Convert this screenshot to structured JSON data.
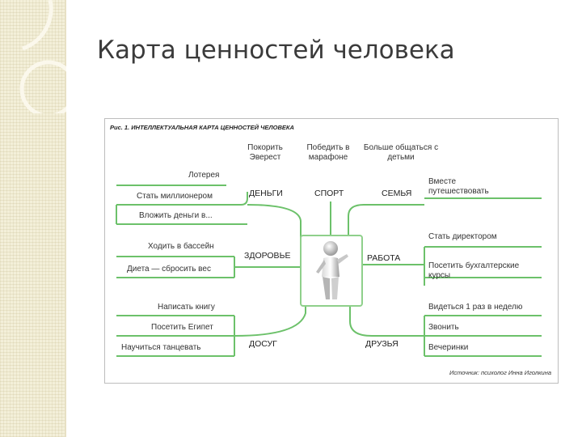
{
  "slide": {
    "title": "Карта ценностей человека"
  },
  "figure": {
    "caption": "Рис. 1. ИНТЕЛЛЕКТУАЛЬНАЯ КАРТА ЦЕННОСТЕЙ ЧЕЛОВЕКА",
    "source": "Источник: психолог Инна Иголкина",
    "accent_color": "#6cc16a",
    "center_image": "person-figure-icon",
    "categories": {
      "money": "ДЕНЬГИ",
      "sport": "СПОРТ",
      "family": "СЕМЬЯ",
      "health": "ЗДОРОВЬЕ",
      "work": "РАБОТА",
      "leisure": "ДОСУГ",
      "friends": "ДРУЗЬЯ"
    },
    "items": {
      "money": [
        "Лотерея",
        "Стать миллионером",
        "Вложить деньги в..."
      ],
      "sport": [
        "Покорить Эверест",
        "Победить в марафоне",
        "Больше общаться с детьми"
      ],
      "family": [
        "Вместе путешествовать"
      ],
      "health": [
        "Ходить в бассейн",
        "Диета — сбросить вес"
      ],
      "work": [
        "Стать директором",
        "Посетить бухгалтерские курсы"
      ],
      "leisure": [
        "Написать книгу",
        "Посетить Египет",
        "Научиться танцевать"
      ],
      "friends": [
        "Видеться 1 раз в неделю",
        "Звонить",
        "Вечеринки"
      ]
    }
  }
}
